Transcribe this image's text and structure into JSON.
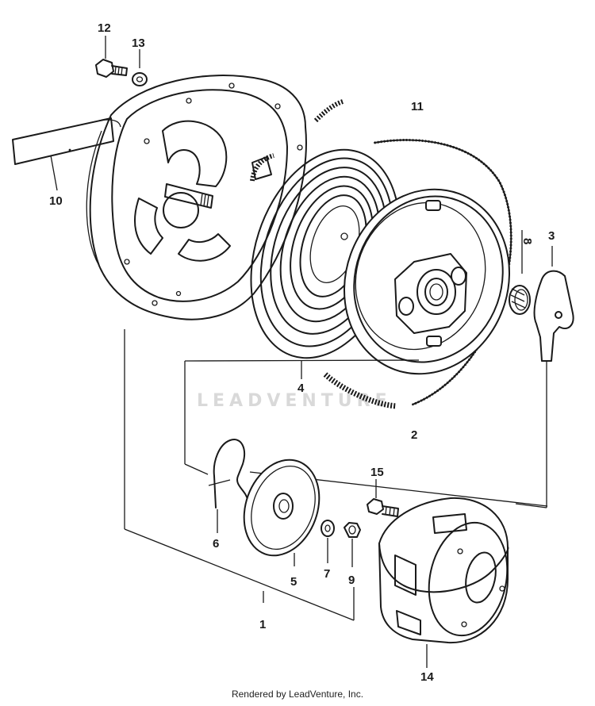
{
  "watermark": "LEADVENTURE",
  "footer": {
    "credit": "Rendered by LeadVenture, Inc."
  },
  "parts": [
    {
      "number": "1",
      "name": "recoil-starter-assembly"
    },
    {
      "number": "2",
      "name": "reel"
    },
    {
      "number": "3",
      "name": "ratchet"
    },
    {
      "number": "4",
      "name": "spiral-spring"
    },
    {
      "number": "5",
      "name": "friction-plate"
    },
    {
      "number": "6",
      "name": "friction-spring"
    },
    {
      "number": "7",
      "name": "washer"
    },
    {
      "number": "8",
      "name": "ratchet-spring"
    },
    {
      "number": "9",
      "name": "nut"
    },
    {
      "number": "10",
      "name": "handle"
    },
    {
      "number": "11",
      "name": "rope"
    },
    {
      "number": "12",
      "name": "bolt"
    },
    {
      "number": "13",
      "name": "lock-washer"
    },
    {
      "number": "14",
      "name": "starter-pulley"
    },
    {
      "number": "15",
      "name": "pulley-bolt"
    }
  ]
}
